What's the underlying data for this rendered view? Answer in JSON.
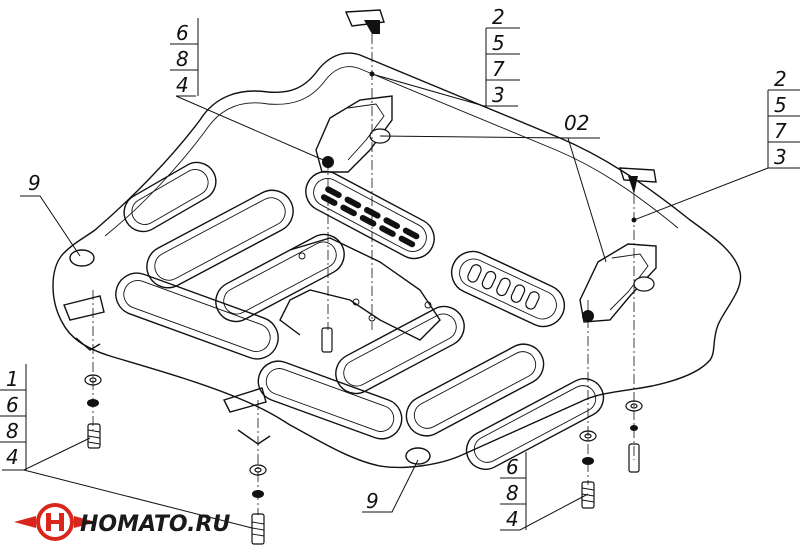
{
  "callouts": {
    "top_center": [
      "2",
      "5",
      "7",
      "3"
    ],
    "top_right": [
      "2",
      "5",
      "7",
      "3"
    ],
    "top_left": [
      "6",
      "8",
      "4"
    ],
    "bottom_left": [
      "1",
      "6",
      "8",
      "4"
    ],
    "bottom_right": [
      "6",
      "8",
      "4"
    ],
    "label_02": "02",
    "label_9_left": "9",
    "label_9_bottom": "9"
  },
  "logo": {
    "text": "HOMATO.RU",
    "colors": {
      "emblem": "#d9261c",
      "text": "#1a1a1a"
    }
  }
}
